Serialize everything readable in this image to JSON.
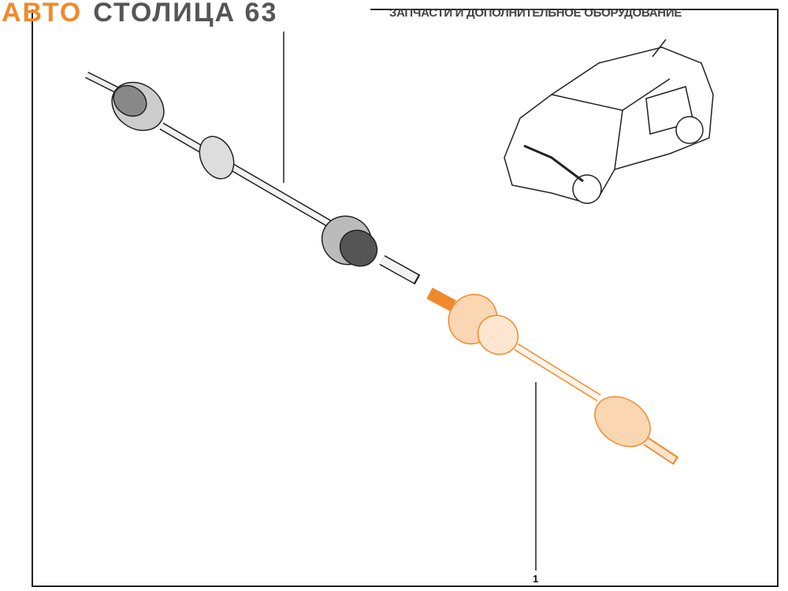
{
  "header": {
    "logo_part1": "АВТО",
    "logo_part2": "СТОЛИЦА 63",
    "tagline": "ЗАПЧАСТИ И ДОПОЛНИТЕЛЬНОЕ ОБОРУДОВАНИЕ"
  },
  "callouts": [
    {
      "label": "1"
    }
  ],
  "colors": {
    "highlight": "#f08a2c",
    "line": "#222222"
  }
}
